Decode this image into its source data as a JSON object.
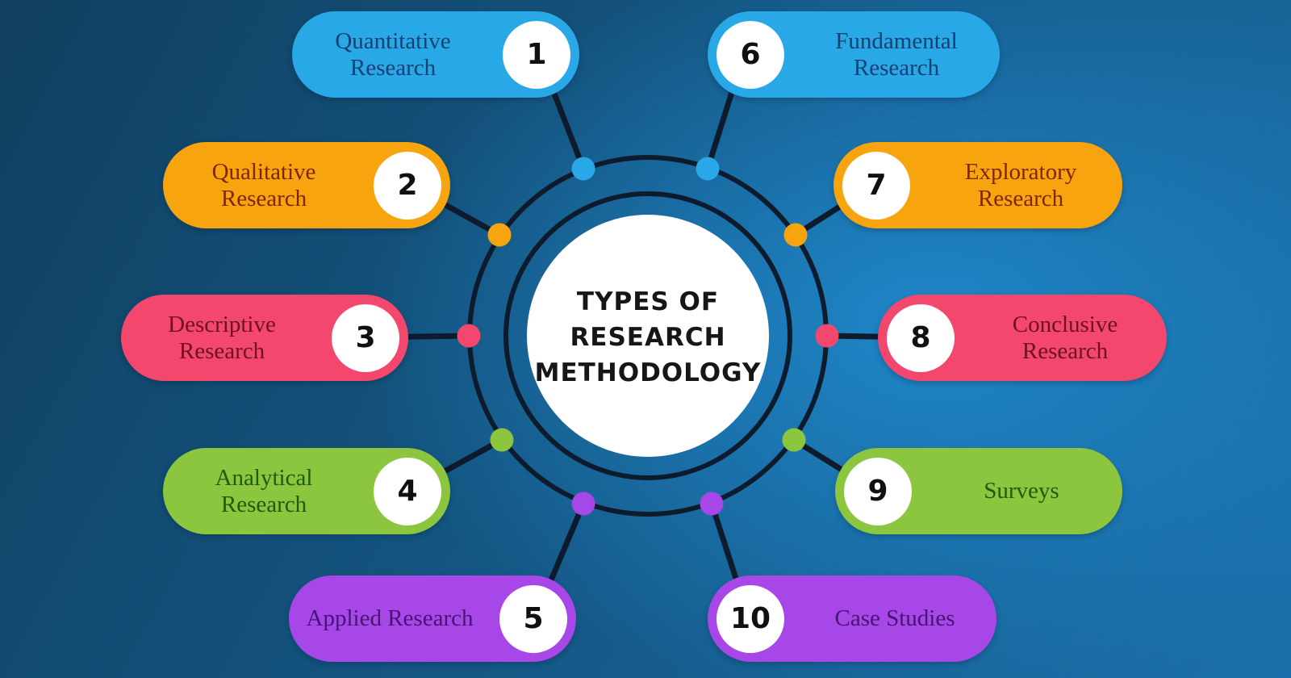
{
  "title": {
    "text": "TYPES OF RESEARCH METHODOLOGY",
    "lines": [
      "TYPES OF",
      "RESEARCH",
      "METHODOLOGY"
    ],
    "text_color": "#161616",
    "center_circle_color": "#ffffff"
  },
  "theme": {
    "background_css": "radial-gradient(1150px 760px at 72% 48%, #1f86c8 0%, rgba(31,134,200,0) 62%), linear-gradient(118deg, #10405f 0%, #145683 48%, #1a70aa 100%)",
    "background_dark": "#10405f",
    "background_bright": "#1f86c8",
    "ring_color": "#0d1b2d",
    "number_color": "#101010",
    "badge_color": "#ffffff"
  },
  "items": [
    {
      "number": "1",
      "label": "Quantitative Research",
      "side": "left",
      "pill_color": "#29a8e8",
      "label_color": "#15406f"
    },
    {
      "number": "2",
      "label": "Qualitative Research",
      "side": "left",
      "pill_color": "#f7a40f",
      "label_color": "#7d2606"
    },
    {
      "number": "3",
      "label": "Descriptive Research",
      "side": "left",
      "pill_color": "#f4476d",
      "label_color": "#6e1120"
    },
    {
      "number": "4",
      "label": "Analytical Research",
      "side": "left",
      "pill_color": "#8cc63e",
      "label_color": "#1d5c0d"
    },
    {
      "number": "5",
      "label": "Applied Research",
      "side": "left",
      "pill_color": "#a847e8",
      "label_color": "#451573"
    },
    {
      "number": "6",
      "label": "Fundamental Research",
      "side": "right",
      "pill_color": "#29a8e8",
      "label_color": "#15406f"
    },
    {
      "number": "7",
      "label": "Exploratory Research",
      "side": "right",
      "pill_color": "#f7a40f",
      "label_color": "#7d2606"
    },
    {
      "number": "8",
      "label": "Conclusive Research",
      "side": "right",
      "pill_color": "#f4476d",
      "label_color": "#6e1120"
    },
    {
      "number": "9",
      "label": "Surveys",
      "side": "right",
      "pill_color": "#8cc63e",
      "label_color": "#1d5c0d"
    },
    {
      "number": "10",
      "label": "Case Studies",
      "side": "right",
      "pill_color": "#a847e8",
      "label_color": "#451573"
    }
  ]
}
